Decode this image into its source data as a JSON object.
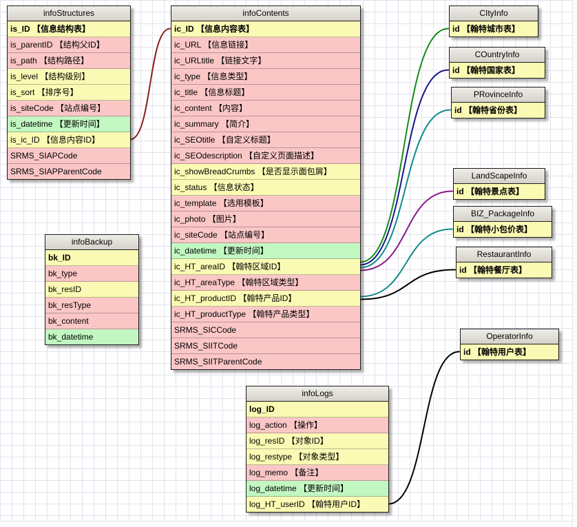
{
  "palette": {
    "grid": "#e2e2ee",
    "header": "#d5d2ca",
    "headerTop": "#efede8",
    "yellow": "#fafab4",
    "pink": "#fac6c6",
    "green": "#c2f7c2"
  },
  "tables": [
    {
      "id": "infoStructures",
      "title": "infoStructures",
      "fields": [
        {
          "text": "is_ID 【信息结构表】",
          "color": "yellow",
          "pk": true
        },
        {
          "text": "is_parentID 【结构父ID】",
          "color": "pink"
        },
        {
          "text": "is_path 【结构路径】",
          "color": "pink"
        },
        {
          "text": "is_level 【结构级别】",
          "color": "yellow"
        },
        {
          "text": "is_sort 【排序号】",
          "color": "yellow"
        },
        {
          "text": "is_siteCode 【站点编号】",
          "color": "pink"
        },
        {
          "text": "is_datetime 【更新时间】",
          "color": "green"
        },
        {
          "text": "is_ic_ID 【信息内容ID】",
          "color": "yellow"
        },
        {
          "text": "SRMS_SIAPCode",
          "color": "pink"
        },
        {
          "text": "SRMS_SIAPParentCode",
          "color": "pink"
        }
      ]
    },
    {
      "id": "infoContents",
      "title": "infoContents",
      "fields": [
        {
          "text": "ic_ID 【信息内容表】",
          "color": "yellow",
          "pk": true
        },
        {
          "text": "ic_URL 【信息链接】",
          "color": "pink"
        },
        {
          "text": "ic_URLtitle 【链接文字】",
          "color": "pink"
        },
        {
          "text": "ic_type 【信息类型】",
          "color": "pink"
        },
        {
          "text": "ic_title 【信息标题】",
          "color": "pink"
        },
        {
          "text": "ic_content 【内容】",
          "color": "pink"
        },
        {
          "text": "ic_summary 【简介】",
          "color": "pink"
        },
        {
          "text": "ic_SEOtitle 【自定义标题】",
          "color": "pink"
        },
        {
          "text": "ic_SEOdescription 【自定义页面描述】",
          "color": "pink"
        },
        {
          "text": "ic_showBreadCrumbs 【是否显示面包屑】",
          "color": "yellow"
        },
        {
          "text": "ic_status 【信息状态】",
          "color": "yellow"
        },
        {
          "text": "ic_template 【选用模板】",
          "color": "pink"
        },
        {
          "text": "ic_photo 【图片】",
          "color": "pink"
        },
        {
          "text": "ic_siteCode 【站点编号】",
          "color": "pink"
        },
        {
          "text": "ic_datetime 【更新时间】",
          "color": "green"
        },
        {
          "text": "ic_HT_areaID 【翰特区域ID】",
          "color": "yellow"
        },
        {
          "text": "ic_HT_areaType 【翰特区域类型】",
          "color": "pink"
        },
        {
          "text": "ic_HT_productID 【翰特产品ID】",
          "color": "yellow"
        },
        {
          "text": "ic_HT_productType 【翰特产品类型】",
          "color": "pink"
        },
        {
          "text": "SRMS_SICCode",
          "color": "pink"
        },
        {
          "text": "SRMS_SIITCode",
          "color": "pink"
        },
        {
          "text": "SRMS_SIITParentCode",
          "color": "pink"
        }
      ]
    },
    {
      "id": "infoBackup",
      "title": "infoBackup",
      "fields": [
        {
          "text": "bk_ID",
          "color": "yellow",
          "pk": true
        },
        {
          "text": "bk_type",
          "color": "pink"
        },
        {
          "text": "bk_resID",
          "color": "yellow"
        },
        {
          "text": "bk_resType",
          "color": "pink"
        },
        {
          "text": "bk_content",
          "color": "pink"
        },
        {
          "text": "bk_datetime",
          "color": "green"
        }
      ]
    },
    {
      "id": "infoLogs",
      "title": "infoLogs",
      "fields": [
        {
          "text": "log_ID",
          "color": "yellow",
          "pk": true
        },
        {
          "text": "log_action 【操作】",
          "color": "pink"
        },
        {
          "text": "log_resID 【对象ID】",
          "color": "yellow"
        },
        {
          "text": "log_restype 【对象类型】",
          "color": "yellow"
        },
        {
          "text": "log_memo 【备注】",
          "color": "pink"
        },
        {
          "text": "log_datetime 【更新时间】",
          "color": "green"
        },
        {
          "text": "log_HT_userID 【翰特用户ID】",
          "color": "yellow"
        }
      ]
    },
    {
      "id": "CItyInfo",
      "title": "CItyInfo",
      "fields": [
        {
          "text": "id 【翰特城市表】",
          "color": "yellow",
          "pk": true
        }
      ]
    },
    {
      "id": "COuntryInfo",
      "title": "COuntryInfo",
      "fields": [
        {
          "text": "id 【翰特国家表】",
          "color": "yellow",
          "pk": true
        }
      ]
    },
    {
      "id": "PRovinceInfo",
      "title": "PRovinceInfo",
      "fields": [
        {
          "text": "id 【翰特省份表】",
          "color": "yellow",
          "pk": true
        }
      ]
    },
    {
      "id": "LandScapeInfo",
      "title": "LandScapeInfo",
      "fields": [
        {
          "text": "id 【翰特景点表】",
          "color": "yellow",
          "pk": true
        }
      ]
    },
    {
      "id": "BIZ_PackageInfo",
      "title": "BIZ_PackageInfo",
      "fields": [
        {
          "text": "id 【翰特小包价表】",
          "color": "yellow",
          "pk": true
        }
      ]
    },
    {
      "id": "RestaurantInfo",
      "title": "RestaurantInfo",
      "fields": [
        {
          "text": "id 【翰特餐厅表】",
          "color": "yellow",
          "pk": true
        }
      ]
    },
    {
      "id": "OperatorInfo",
      "title": "OperatorInfo",
      "fields": [
        {
          "text": "id 【翰特用户表】",
          "color": "yellow",
          "pk": true
        }
      ]
    }
  ],
  "connections": [
    {
      "from": "infoStructures.is_ic_ID",
      "to": "infoContents.ic_ID",
      "color": "#8a1f1f"
    },
    {
      "from": "infoContents.ic_HT_areaID",
      "to": "CItyInfo.id",
      "color": "#168a16"
    },
    {
      "from": "infoContents.ic_HT_areaID",
      "to": "COuntryInfo.id",
      "color": "#16168a"
    },
    {
      "from": "infoContents.ic_HT_areaID",
      "to": "PRovinceInfo.id",
      "color": "#0e8a8a"
    },
    {
      "from": "infoContents.ic_HT_areaID",
      "to": "LandScapeInfo.id",
      "color": "#8a168a"
    },
    {
      "from": "infoContents.ic_HT_productID",
      "to": "BIZ_PackageInfo.id",
      "color": "#0e8a8a"
    },
    {
      "from": "infoContents.ic_HT_productID",
      "to": "RestaurantInfo.id",
      "color": "#000000"
    },
    {
      "from": "infoLogs.log_HT_userID",
      "to": "OperatorInfo.id",
      "color": "#000000"
    }
  ]
}
